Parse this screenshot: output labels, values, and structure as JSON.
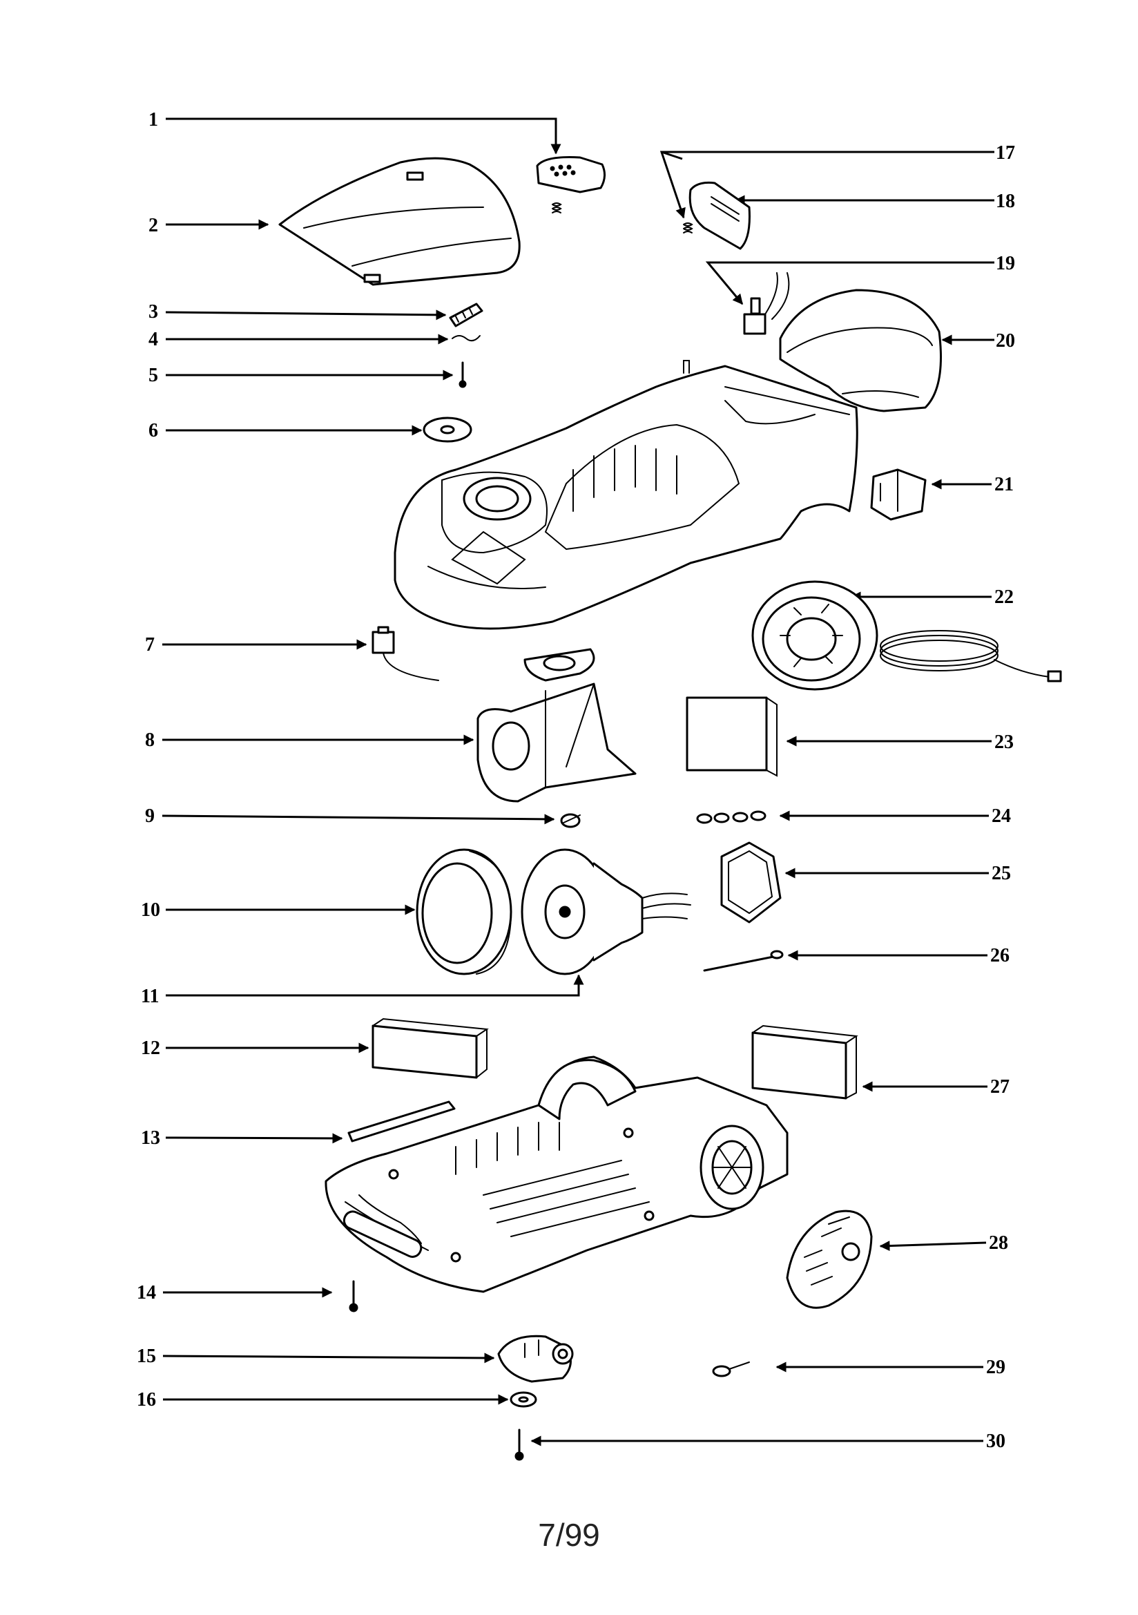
{
  "diagram": {
    "callouts": [
      {
        "id": "1",
        "label": "1"
      },
      {
        "id": "2",
        "label": "2"
      },
      {
        "id": "3",
        "label": "3"
      },
      {
        "id": "4",
        "label": "4"
      },
      {
        "id": "5",
        "label": "5"
      },
      {
        "id": "6",
        "label": "6"
      },
      {
        "id": "7",
        "label": "7"
      },
      {
        "id": "8",
        "label": "8"
      },
      {
        "id": "9",
        "label": "9"
      },
      {
        "id": "10",
        "label": "10"
      },
      {
        "id": "11",
        "label": "11"
      },
      {
        "id": "12",
        "label": "12"
      },
      {
        "id": "13",
        "label": "13"
      },
      {
        "id": "14",
        "label": "14"
      },
      {
        "id": "15",
        "label": "15"
      },
      {
        "id": "16",
        "label": "16"
      },
      {
        "id": "17",
        "label": "17"
      },
      {
        "id": "18",
        "label": "18"
      },
      {
        "id": "19",
        "label": "19"
      },
      {
        "id": "20",
        "label": "20"
      },
      {
        "id": "21",
        "label": "21"
      },
      {
        "id": "22",
        "label": "22"
      },
      {
        "id": "23",
        "label": "23"
      },
      {
        "id": "24",
        "label": "24"
      },
      {
        "id": "25",
        "label": "25"
      },
      {
        "id": "26",
        "label": "26"
      },
      {
        "id": "27",
        "label": "27"
      },
      {
        "id": "28",
        "label": "28"
      },
      {
        "id": "29",
        "label": "29"
      },
      {
        "id": "30",
        "label": "30"
      }
    ]
  },
  "footer": {
    "page_label": "7/99"
  }
}
